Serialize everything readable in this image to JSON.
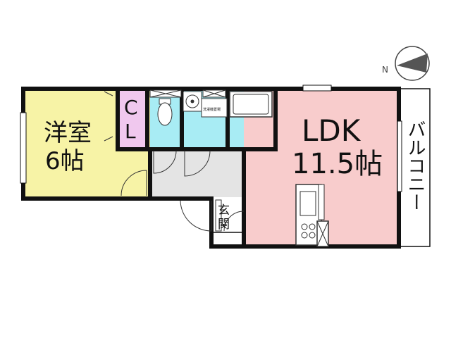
{
  "compass": {
    "label": "N"
  },
  "rooms": {
    "western": {
      "name": "洋室",
      "size": "6帖",
      "color": "#f7f3a6"
    },
    "closet": {
      "line1": "C",
      "line2": "L",
      "color": "#f0c8ee"
    },
    "ldk": {
      "name": "LDK",
      "size": "11.5帖",
      "color": "#f8cccc"
    },
    "entrance": {
      "char1": "玄",
      "char2": "関"
    },
    "balcony": {
      "label": "バルコニー"
    },
    "laundry": {
      "label": "洗濯機置場"
    }
  },
  "colors": {
    "wet_area": "#a8ecf4",
    "hall": "#e4e4e4",
    "wall": "#111111"
  }
}
